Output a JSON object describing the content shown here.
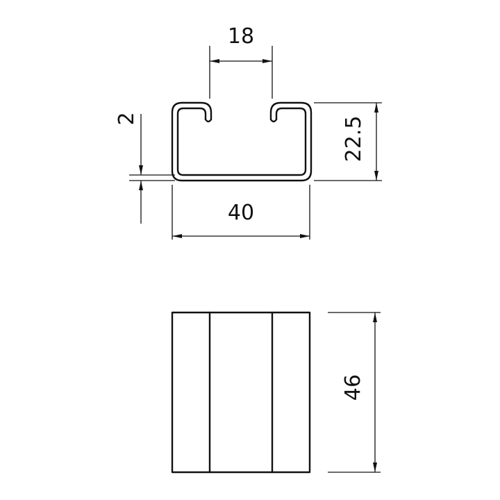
{
  "dimensions": {
    "slot_width": "18",
    "thickness": "2",
    "height": "22.5",
    "width": "40",
    "length": "46"
  },
  "colors": {
    "line": "#111111",
    "background": "#ffffff"
  }
}
